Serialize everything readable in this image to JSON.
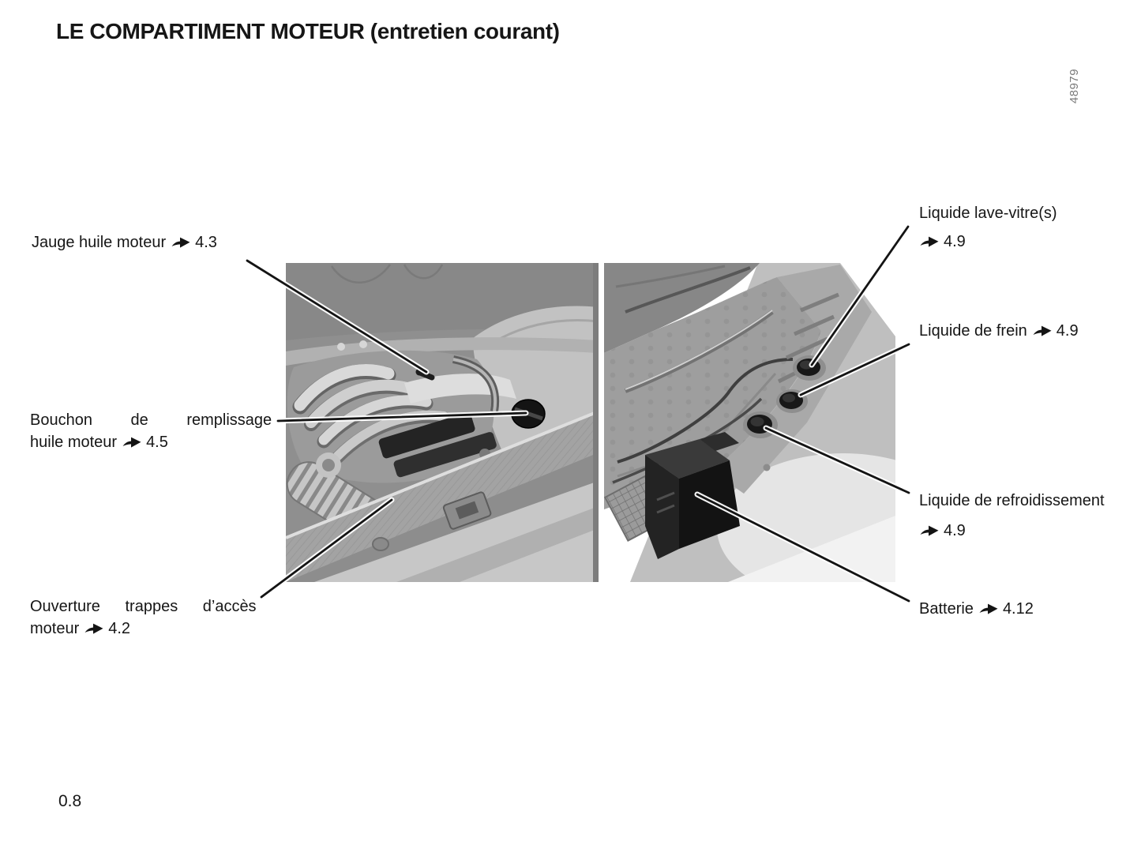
{
  "page": {
    "title": "LE COMPARTIMENT MOTEUR (entretien courant)",
    "page_number": "0.8",
    "figure_number": "48979"
  },
  "icons": {
    "reference_arrow": "➥"
  },
  "callouts": {
    "left": [
      {
        "name": "oil-dipstick",
        "lines": [
          "Jauge huile moteur"
        ],
        "ref": "4.3"
      },
      {
        "name": "oil-filler-cap",
        "lines": [
          "Bouchon de remplissage",
          "huile moteur"
        ],
        "ref": "4.5"
      },
      {
        "name": "engine-access-hatches",
        "lines": [
          "Ouverture trappes d’accès",
          "moteur"
        ],
        "ref": "4.2"
      }
    ],
    "right": [
      {
        "name": "washer-fluid",
        "lines": [
          "Liquide lave-vitre(s)"
        ],
        "ref": "4.9"
      },
      {
        "name": "brake-fluid",
        "lines": [
          "Liquide de frein"
        ],
        "ref": "4.9"
      },
      {
        "name": "coolant",
        "lines": [
          "Liquide de refroidissement"
        ],
        "ref": "4.9"
      },
      {
        "name": "battery",
        "lines": [
          "Batterie"
        ],
        "ref": "4.12"
      }
    ]
  },
  "colors": {
    "text": "#161616",
    "figure_number_gray": "#7b7b7b",
    "illustration_base_gray": "#8f8f8f",
    "leader_line": "#141414"
  }
}
